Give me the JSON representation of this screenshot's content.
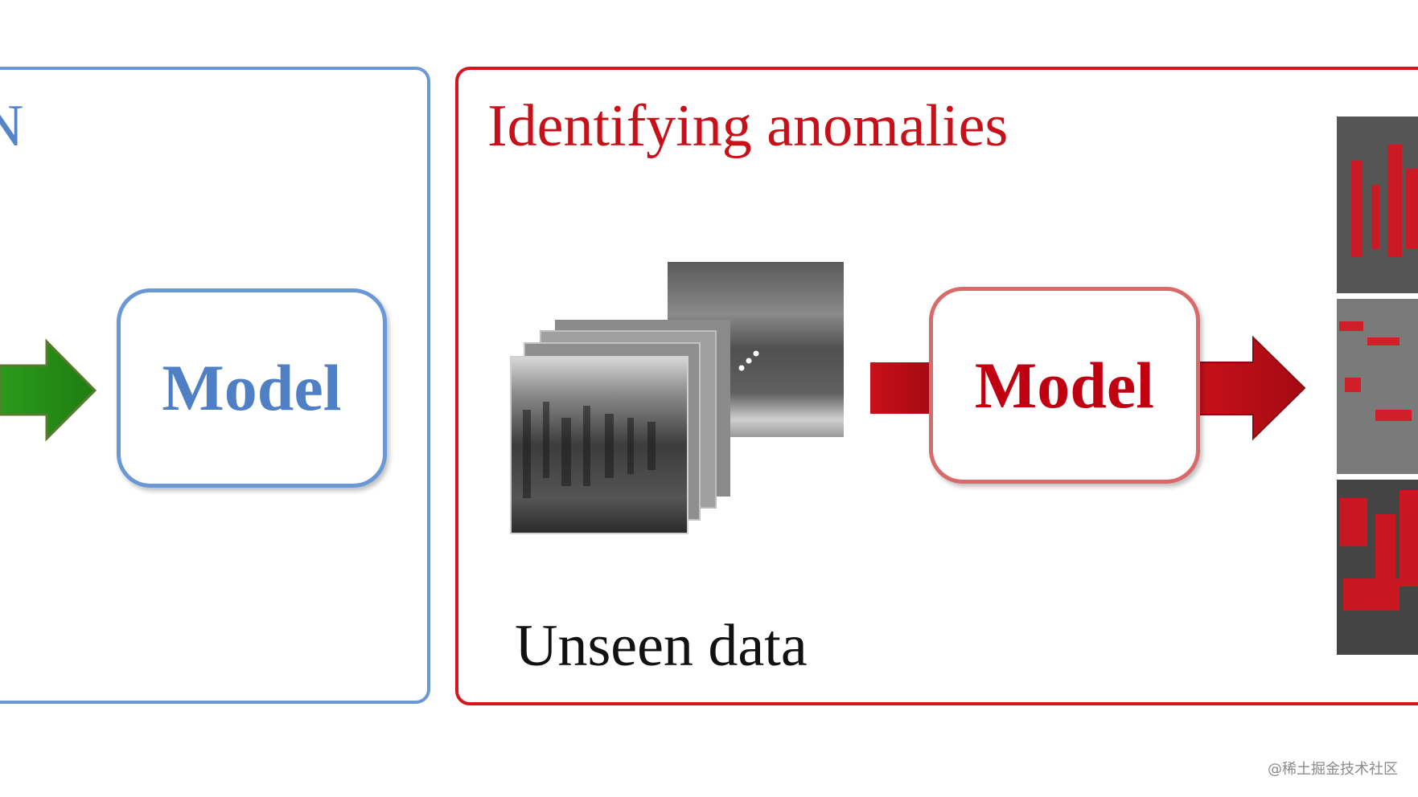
{
  "left_panel": {
    "title": "N",
    "model_label": "Model"
  },
  "right_panel": {
    "title": "Identifying anomalies",
    "model_label": "Model",
    "data_label": "Unseen data"
  },
  "watermark": "@稀土掘金技术社区",
  "colors": {
    "blue": "#6a98d6",
    "red": "#d8141c",
    "green": "#2f9a1e",
    "dark_red": "#c00010"
  }
}
